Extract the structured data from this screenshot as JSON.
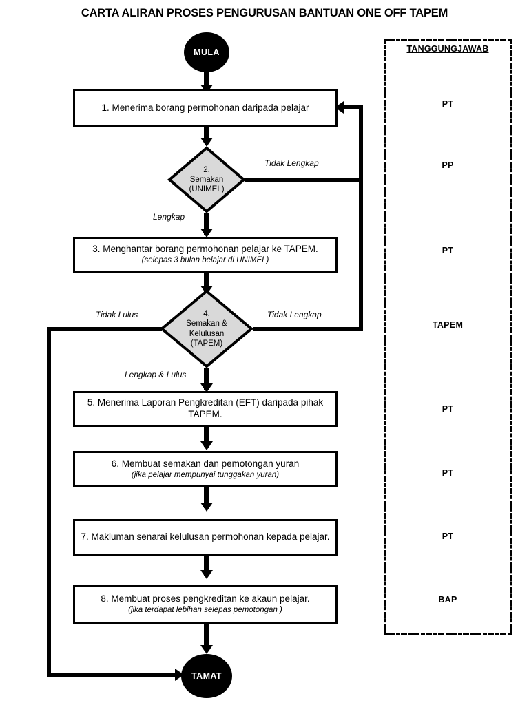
{
  "title": "CARTA ALIRAN PROSES PENGURUSAN BANTUAN ONE OFF TAPEM",
  "terminators": {
    "start": "MULA",
    "end": "TAMAT"
  },
  "steps": [
    {
      "id": "step-1",
      "line1": "1. Menerima borang permohonan daripada pelajar",
      "line2": ""
    },
    {
      "id": "step-3",
      "line1": "3. Menghantar borang permohonan pelajar ke TAPEM.",
      "line2": "(selepas 3 bulan belajar di UNIMEL)"
    },
    {
      "id": "step-5",
      "line1": "5. Menerima Laporan Pengkreditan (EFT) daripada pihak TAPEM.",
      "line2": ""
    },
    {
      "id": "step-6",
      "line1": "6. Membuat semakan dan pemotongan yuran",
      "line2": "(jika pelajar mempunyai tunggakan yuran)"
    },
    {
      "id": "step-7",
      "line1": "7. Makluman senarai kelulusan permohonan kepada pelajar.",
      "line2": ""
    },
    {
      "id": "step-8",
      "line1": "8. Membuat proses pengkreditan ke akaun pelajar.",
      "line2": "(jika terdapat lebihan selepas pemotongan )"
    }
  ],
  "decisions": [
    {
      "id": "decision-2",
      "line1": "2.",
      "line2": "Semakan",
      "line3": "(UNIMEL)"
    },
    {
      "id": "decision-4",
      "line1": "4.",
      "line2": "Semakan &",
      "line3": "Kelulusan",
      "line4": "(TAPEM)"
    }
  ],
  "edge_labels": {
    "d2_right": "Tidak Lengkap",
    "d2_down": "Lengkap",
    "d4_left": "Tidak Lulus",
    "d4_right": "Tidak Lengkap",
    "d4_down": "Lengkap & Lulus"
  },
  "responsibility": {
    "header": "TANGGUNGJAWAB",
    "items": [
      {
        "label": "PT"
      },
      {
        "label": "PP"
      },
      {
        "label": "PT"
      },
      {
        "label": "TAPEM"
      },
      {
        "label": "PT"
      },
      {
        "label": "PT"
      },
      {
        "label": "PT"
      },
      {
        "label": "BAP"
      }
    ]
  },
  "colors": {
    "stroke": "#000000",
    "decision_fill": "#d9d9d9",
    "terminator_fill": "#000000",
    "background": "#ffffff"
  }
}
